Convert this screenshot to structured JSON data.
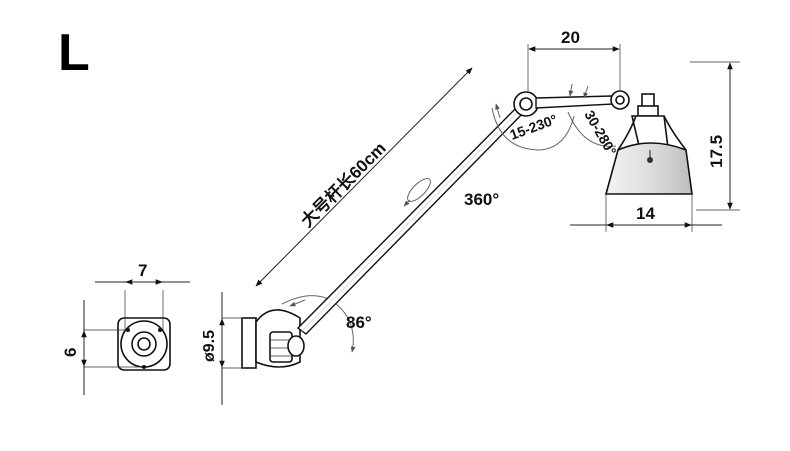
{
  "size_letter": "L",
  "arm_length_label": "大号杆长60cm",
  "dims": {
    "shade_width_top": "20",
    "shade_height": "17.5",
    "shade_width_bottom": "14",
    "plate_width": "7",
    "plate_height": "6",
    "plate_diameter": "ø9.5"
  },
  "angles": {
    "elbow": "15-230°",
    "head": "30-280°",
    "rotation": "360°",
    "base": "86°"
  }
}
